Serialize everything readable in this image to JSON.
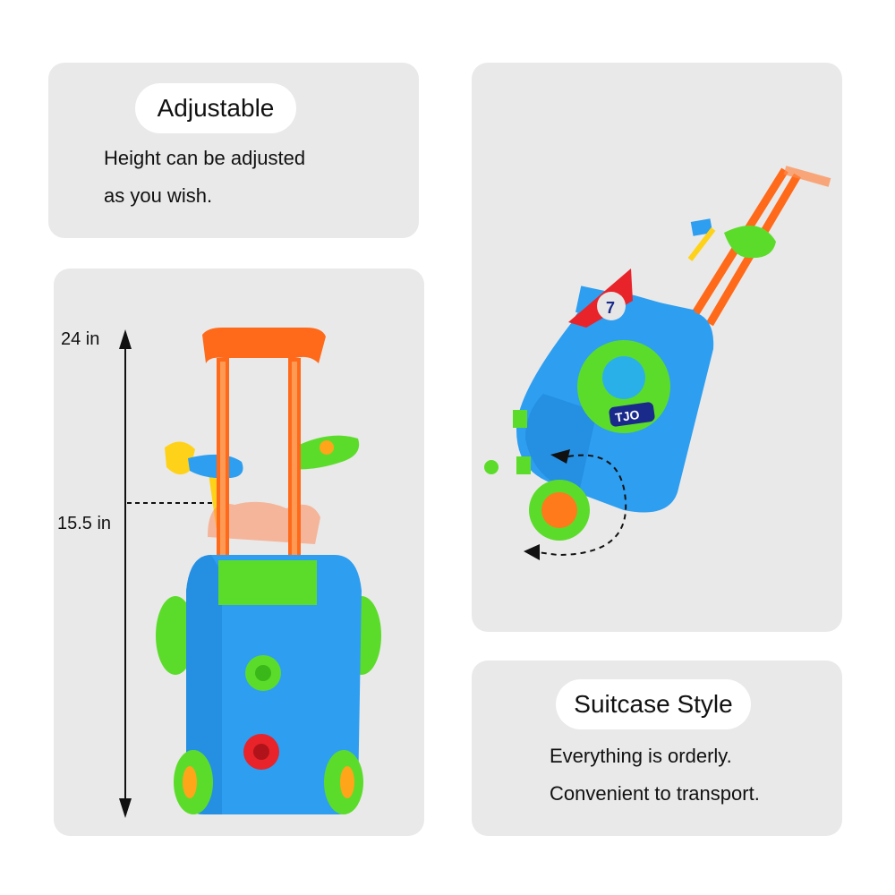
{
  "adjustable": {
    "title": "Adjustable",
    "lines": [
      "Height can be adjusted",
      "as you wish."
    ]
  },
  "dimensions": {
    "max_height": "24 in",
    "min_height": "15.5 in"
  },
  "suitcase": {
    "title": "Suitcase Style",
    "lines": [
      "Everything is orderly.",
      "Convenient to transport."
    ]
  },
  "product": {
    "badge_left": "TJO",
    "flag_number": "7"
  },
  "colors": {
    "panel": "#e9e9e9",
    "body_blue": "#2e9ef0",
    "lime_green": "#5cdc2a",
    "handle_orange": "#ff6a1a",
    "club_yellow": "#ffd21a",
    "flag_red": "#e8232a"
  }
}
